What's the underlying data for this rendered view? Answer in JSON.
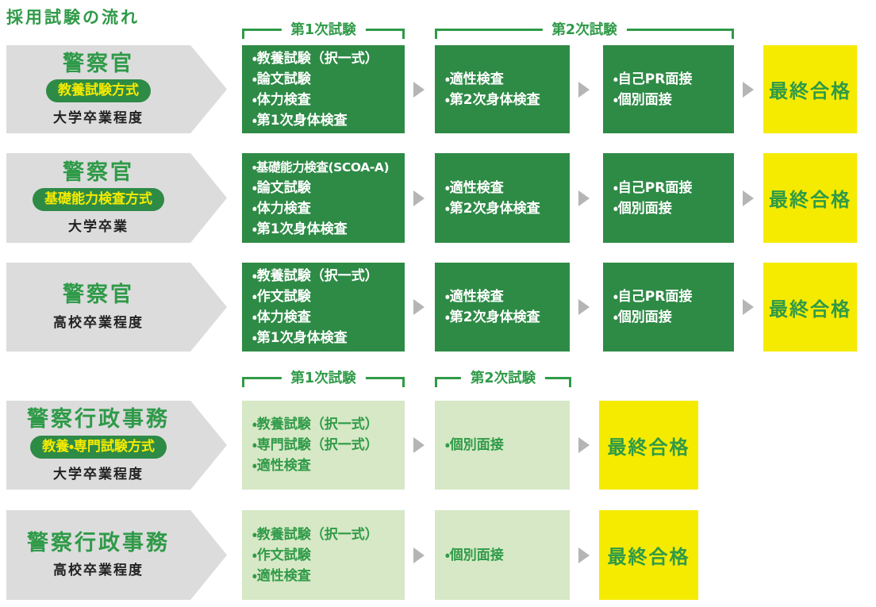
{
  "title": "採用試験の流れ",
  "section_top": {
    "stage1_header": "第1次試験",
    "stage2_header": "第2次試験"
  },
  "section_bottom": {
    "stage1_header": "第1次試験",
    "stage2_header": "第2次試験"
  },
  "rows": [
    {
      "title": "警察官",
      "badge": "教養試験方式",
      "subtitle": "大学卒業程度",
      "stage1": [
        "・教養試験（択一式）",
        "・論文試験",
        "・体力検査",
        "・第1次身体検査"
      ],
      "stage2": [
        "・適性検査",
        "・第2次身体検査"
      ],
      "stage3": [
        "・自己PR面接",
        "・個別面接"
      ],
      "result": "最終合格"
    },
    {
      "title": "警察官",
      "badge": "基礎能力検査方式",
      "subtitle": "大学卒業",
      "stage1": [
        "・基礎能力検査(SCOA-A)",
        "・論文試験",
        "・体力検査",
        "・第1次身体検査"
      ],
      "stage2": [
        "・適性検査",
        "・第2次身体検査"
      ],
      "stage3": [
        "・自己PR面接",
        "・個別面接"
      ],
      "result": "最終合格"
    },
    {
      "title": "警察官",
      "subtitle": "高校卒業程度",
      "stage1": [
        "・教養試験（択一式）",
        "・作文試験",
        "・体力検査",
        "・第1次身体検査"
      ],
      "stage2": [
        "・適性検査",
        "・第2次身体検査"
      ],
      "stage3": [
        "・自己PR面接",
        "・個別面接"
      ],
      "result": "最終合格"
    },
    {
      "title": "警察行政事務",
      "badge": "教養・専門試験方式",
      "subtitle": "大学卒業程度",
      "stage1": [
        "・教養試験（択一式）",
        "・専門試験（択一式）",
        "・適性検査"
      ],
      "stage2": [
        "・個別面接"
      ],
      "result": "最終合格"
    },
    {
      "title": "警察行政事務",
      "subtitle": "高校卒業程度",
      "stage1": [
        "・教養試験（択一式）",
        "・作文試験",
        "・適性検査"
      ],
      "stage2": [
        "・個別面接"
      ],
      "result": "最終合格"
    }
  ],
  "colors": {
    "green_dark": "#2e8b46",
    "green_text": "#2f9a48",
    "green_light_bg": "#d6e8c5",
    "yellow": "#f5eb00",
    "gray_arrow": "#dcdcdd",
    "gray_chevron": "#b5b5b6",
    "dark_text": "#222222"
  }
}
